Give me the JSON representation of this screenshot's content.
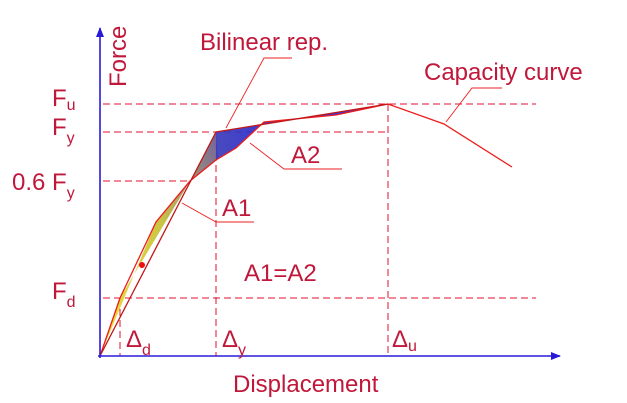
{
  "axes": {
    "y_label": "Force",
    "x_label": "Displacement"
  },
  "force_labels": {
    "fu_main": "F",
    "fu_sub": "u",
    "fy_main": "F",
    "fy_sub": "y",
    "fy06_main": "0.6 F",
    "fy06_sub": "y",
    "fd_main": "F",
    "fd_sub": "d"
  },
  "disp_labels": {
    "dd_main": "Δ",
    "dd_sub": "d",
    "dy_main": "Δ",
    "dy_sub": "y",
    "du_main": "Δ",
    "du_sub": "u"
  },
  "annotations": {
    "bilinear": "Bilinear rep.",
    "capacity": "Capacity curve",
    "a1": "A1",
    "a2": "A2",
    "equality": "A1=A2"
  },
  "colors": {
    "text": "#c0183a",
    "axis": "#2a1ad8",
    "curve": "#ee1c1c",
    "area_a1": "#d8d028",
    "area_a2": "#2a28d0"
  }
}
